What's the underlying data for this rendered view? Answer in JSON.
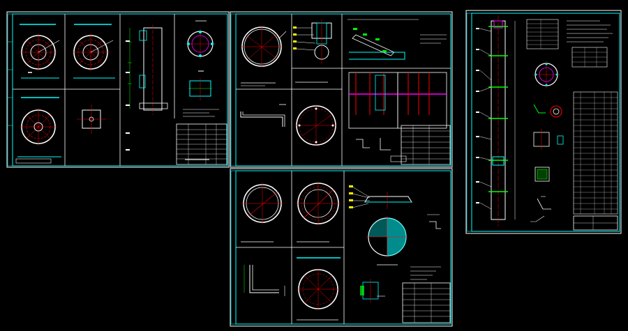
{
  "viewport": {
    "background": "#000000"
  },
  "colors": {
    "frame": "#ffffff",
    "border": "#00ffff",
    "centerline": "#ff0000",
    "leader": "#ffffff",
    "dim": "#00ff00",
    "part": "#ffffff",
    "hatch": "#00ffff",
    "label": "#ffff00",
    "accent": "#ff00ff"
  },
  "sheets": [
    {
      "id": "sheet-1"
    },
    {
      "id": "sheet-2"
    },
    {
      "id": "sheet-3"
    },
    {
      "id": "sheet-4"
    }
  ]
}
